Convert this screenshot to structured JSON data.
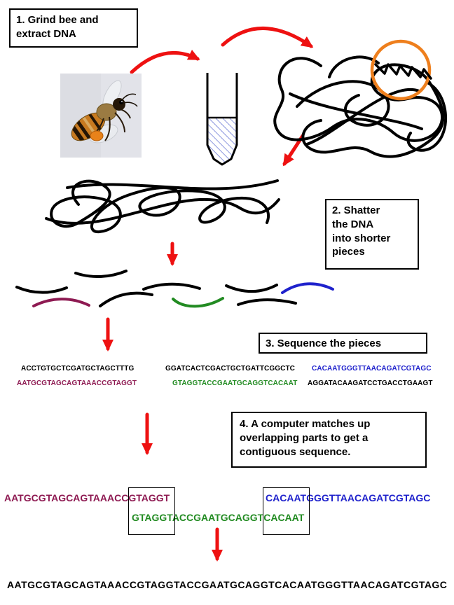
{
  "diagram": {
    "title": "DNA shotgun sequencing of a bee (educational diagram)",
    "steps": {
      "step1_lines": [
        "1. Grind bee and",
        "extract DNA"
      ],
      "step2_lines": [
        "2. Shatter",
        "the DNA",
        "into shorter",
        "pieces"
      ],
      "step3": "3. Sequence the pieces",
      "step4_lines": [
        "4. A computer matches up",
        "overlapping parts to get a",
        "contiguous sequence."
      ]
    },
    "reads": {
      "r1_black": "ACCTGTGCTCGATGCTAGCTTTG",
      "r2_purple": "AATGCGTAGCAGTAAACCGTAGGT",
      "r3_black": "GGATCACTCGACTGCTGATTCGGCTC",
      "r4_green": "GTAGGTACCGAATGCAGGTCACAAT",
      "r5_blue": "CACAATGGGTTAACAGATCGTAGC",
      "r6_black": "AGGATACAAGATCCTGACCTGAAGT"
    },
    "assembly": {
      "purple_prefix": "AATGCGTAGCAGTAAACC",
      "purple_overlap": "GTAGGT",
      "green_overlap_start": "GTAGGT",
      "green_middle": "ACCGAATGCAGGT",
      "green_overlap_end": "CACAAT",
      "blue_overlap": "CACAAT",
      "blue_suffix": "GGGTTAACAGATCGTAGC"
    },
    "final_sequence": "AATGCGTAGCAGTAAACCGTAGGTACCGAATGCAGGTCACAATGGGTTAACAGATCGTAGC",
    "colors": {
      "red": "#ee1111",
      "purple": "#8e1a52",
      "green": "#228b22",
      "blue": "#1f22cc",
      "orange": "#ee7f1d",
      "black": "#000000"
    },
    "icons": {
      "bee_photo": "honeybee-photo",
      "test_tube": "test-tube-with-liquid",
      "dna_tangle": "tangled-dna-scribble",
      "magnified_helix": "orange-circle-zoom-on-dna-coil"
    }
  }
}
